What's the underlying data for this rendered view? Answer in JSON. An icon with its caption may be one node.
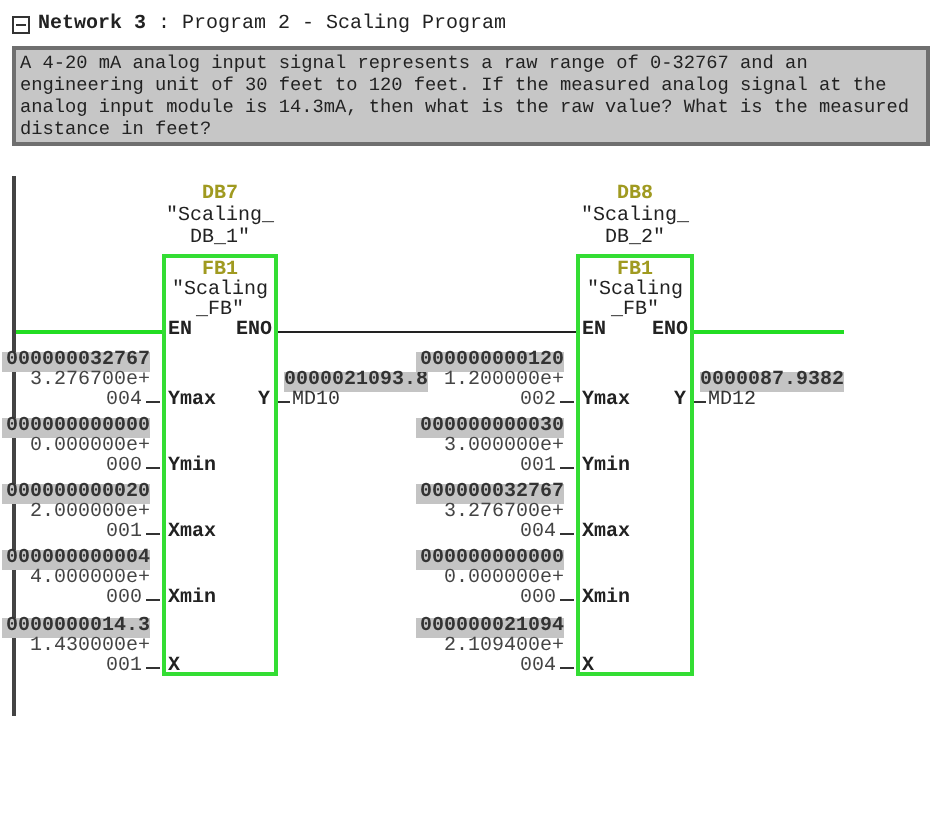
{
  "diagram": {
    "title": "**Network 3** : Program 2 - Scaling Program",
    "nodes": [
      {
        "text": [
          "A 4-20 mA analog input signal represents a raw range of 0-32767 and an engineering unit of 30 feet to 120 feet. If the measured analog signal at the analog input module is 14.3mA, then what is the raw value? What is the measured distance in feet?"
        ]
      },
      {
        "text": [],
        "shape": "bar"
      },
      {
        "text": [
          "DB7",
          "\"Scaling_ DB_1\"",
          "FB1",
          "\"Scaling _FB\"",
          "EN",
          "ENO",
          "Ymax",
          "Y",
          "Ymin",
          "Xmax",
          "Xmin",
          "X"
        ],
        "beside": [
          "000000032767",
          "3.276700e+",
          "004",
          "000000000000",
          "0.000000e+",
          "000",
          "000000000020",
          "2.000000e+",
          "001",
          "000000000004",
          "4.000000e+",
          "000",
          "0000000014.3",
          "1.430000e+",
          "001",
          "0000021093.8",
          "MD10"
        ]
      },
      {
        "text": [
          "DB8",
          "\"Scaling_ DB_2\"",
          "FB1",
          "\"Scaling _FB\"",
          "EN",
          "ENO",
          "Ymax",
          "Y",
          "Ymin",
          "Xmax",
          "Xmin",
          "X"
        ],
        "beside": [
          "000000000120",
          "1.200000e+",
          "002",
          "000000000030",
          "3.000000e+",
          "001",
          "000000032767",
          "3.276700e+",
          "004",
          "000000000000",
          "0.000000e+",
          "000",
          "000000021094",
          "2.109400e+",
          "004",
          "0000087.9382",
          "MD12"
        ]
      }
    ],
    "edges": [
      {
        "from": 1,
        "to": 2,
        "arrow": "none",
        "color": "#22dd22"
      },
      {
        "from": 2,
        "to": 3,
        "arrow": "none",
        "color": "#222222"
      },
      {
        "from": 3,
        "to": null,
        "arrow": "none",
        "color": "#22dd22"
      }
    ]
  }
}
